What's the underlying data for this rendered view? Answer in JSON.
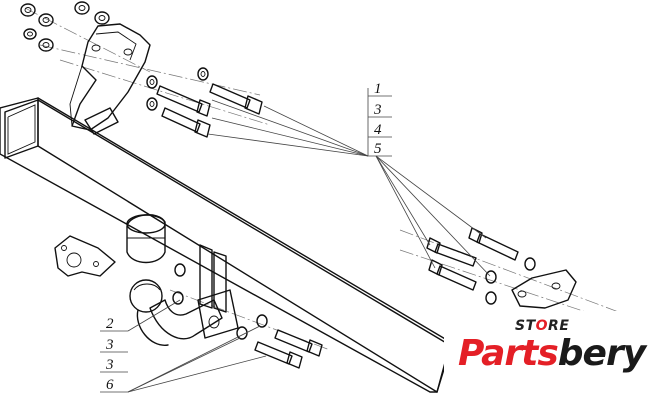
{
  "callouts": {
    "upper": [
      "1",
      "3",
      "4",
      "5"
    ],
    "lower": [
      "2",
      "3",
      "3",
      "6"
    ]
  },
  "logo": {
    "store_prefix": "ST",
    "store_o": "O",
    "store_suffix": "RE",
    "word_red": "Parts",
    "word_black": "bery",
    "colors": {
      "red": "#e41f26",
      "black": "#1a1a1a"
    }
  }
}
